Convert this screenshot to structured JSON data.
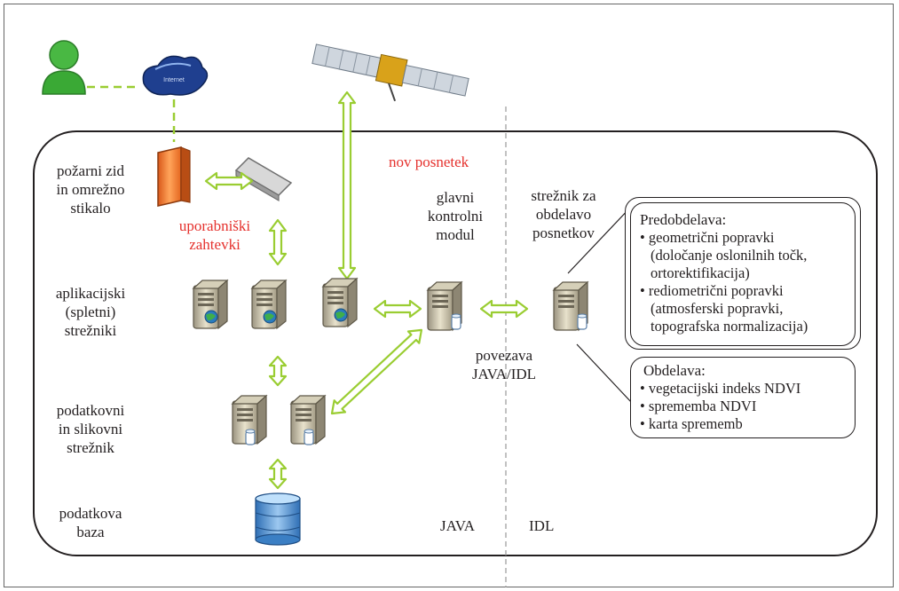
{
  "labels": {
    "firewall": [
      "požarni zid",
      "in omrežno",
      "stikalo"
    ],
    "user_requests": [
      "uporabniški",
      "zahtevki"
    ],
    "new_image": "nov posnetek",
    "main_module": [
      "glavni",
      "kontrolni",
      "modul"
    ],
    "processing_server": [
      "strežnik za",
      "obdelavo",
      "posnetkov"
    ],
    "app_servers": [
      "aplikacijski",
      "(spletni)",
      "strežniki"
    ],
    "connection": [
      "povezava",
      "JAVA/IDL"
    ],
    "data_server": [
      "podatkovni",
      "in slikovni",
      "strežnik"
    ],
    "database": [
      "podatkova",
      "baza"
    ],
    "java": "JAVA",
    "idl": "IDL",
    "cloud_text": "Internet"
  },
  "preprocessing": {
    "title": "Predobdelava:",
    "items": [
      [
        "geometrični popravki",
        "(določanje oslonilnih točk,",
        "ortorektifikacija)"
      ],
      [
        "rediometrični popravki",
        "(atmosferski popravki,",
        "topografska normalizacija)"
      ]
    ]
  },
  "processing": {
    "title": "Obdelava:",
    "items": [
      "vegetacijski indeks NDVI",
      "sprememba NDVI",
      "karta sprememb"
    ]
  },
  "colors": {
    "arrow": "#9acd32",
    "accent_red": "#e5312d",
    "user_icon": "#3aa935",
    "firewall": "#f07a1e",
    "cloud": "#1f3f8f",
    "database": "#4a8fd0"
  }
}
